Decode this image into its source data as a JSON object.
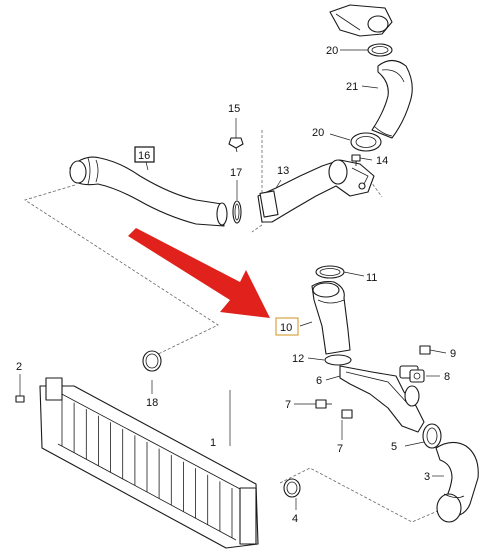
{
  "labels": {
    "p1": "1",
    "p2": "2",
    "p3": "3",
    "p4": "4",
    "p5": "5",
    "p6": "6",
    "p7a": "7",
    "p7b": "7",
    "p8": "8",
    "p9": "9",
    "p10": "10",
    "p11": "11",
    "p12": "12",
    "p13": "13",
    "p14": "14",
    "p15": "15",
    "p16": "16",
    "p17": "17",
    "p18": "18",
    "p20a": "20",
    "p20b": "20",
    "p21": "21"
  },
  "colors": {
    "arrow": "#e0211c",
    "highlight": "#d9a441",
    "line": "#1a1a1a"
  }
}
